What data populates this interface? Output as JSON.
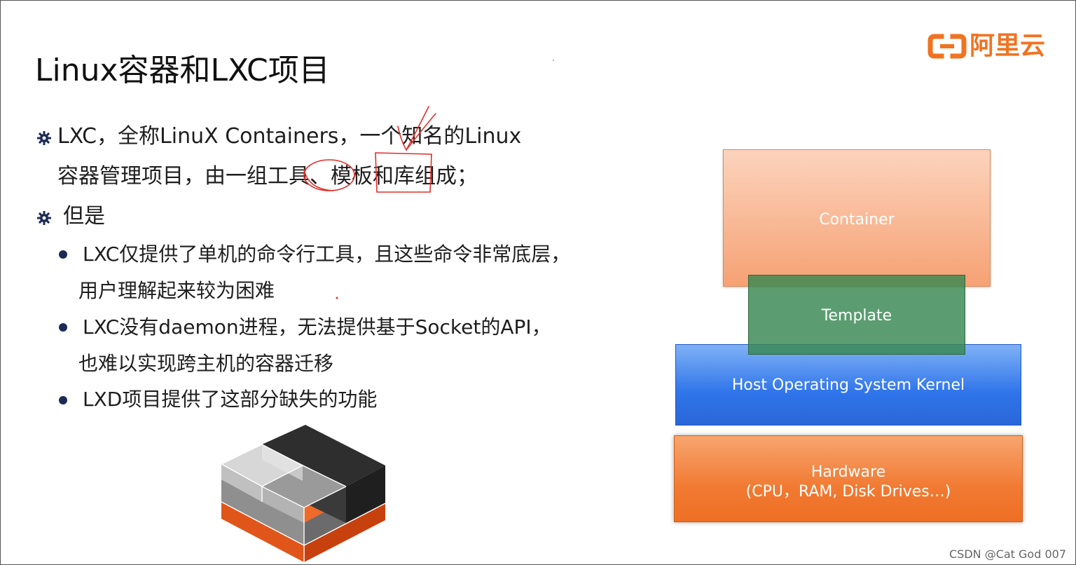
{
  "slide": {
    "title": "Linux容器和LXC项目",
    "logo_text": "阿里云",
    "bullets": [
      {
        "line1": "LXC，全称LinuX Containers，一个知名的Linux",
        "line2": "容器管理项目，由一组工具、模板和库组成；"
      },
      {
        "line1": "但是"
      }
    ],
    "sub_bullets": [
      {
        "line1": "LXC仅提供了单机的命令行工具，且这些命令非常底层，",
        "line2": "用户理解起来较为困难"
      },
      {
        "line1": "LXC没有daemon进程，无法提供基于Socket的API，",
        "line2": "也难以实现跨主机的容器迁移"
      },
      {
        "line1": "LXD项目提供了这部分缺失的功能"
      }
    ],
    "icons": {
      "bullet": "gear-bullet-icon",
      "sub_bullet": "dot-bullet-icon",
      "logo": "aliyun-logo-icon",
      "illustration": "lxd-logo-cube-icon",
      "annotations": "handwritten-annotation-icon"
    }
  },
  "diagram": {
    "layers": {
      "container": "Container",
      "template": "Template",
      "kernel": "Host Operating System Kernel",
      "hardware_line1": "Hardware",
      "hardware_line2": "(CPU，RAM, Disk Drives…)"
    },
    "colors": {
      "container": "#f6a173",
      "template": "#378750",
      "kernel": "#2f74ea",
      "hardware": "#f17a32",
      "accent": "#f17321"
    }
  },
  "watermark": "CSDN @Cat God 007"
}
